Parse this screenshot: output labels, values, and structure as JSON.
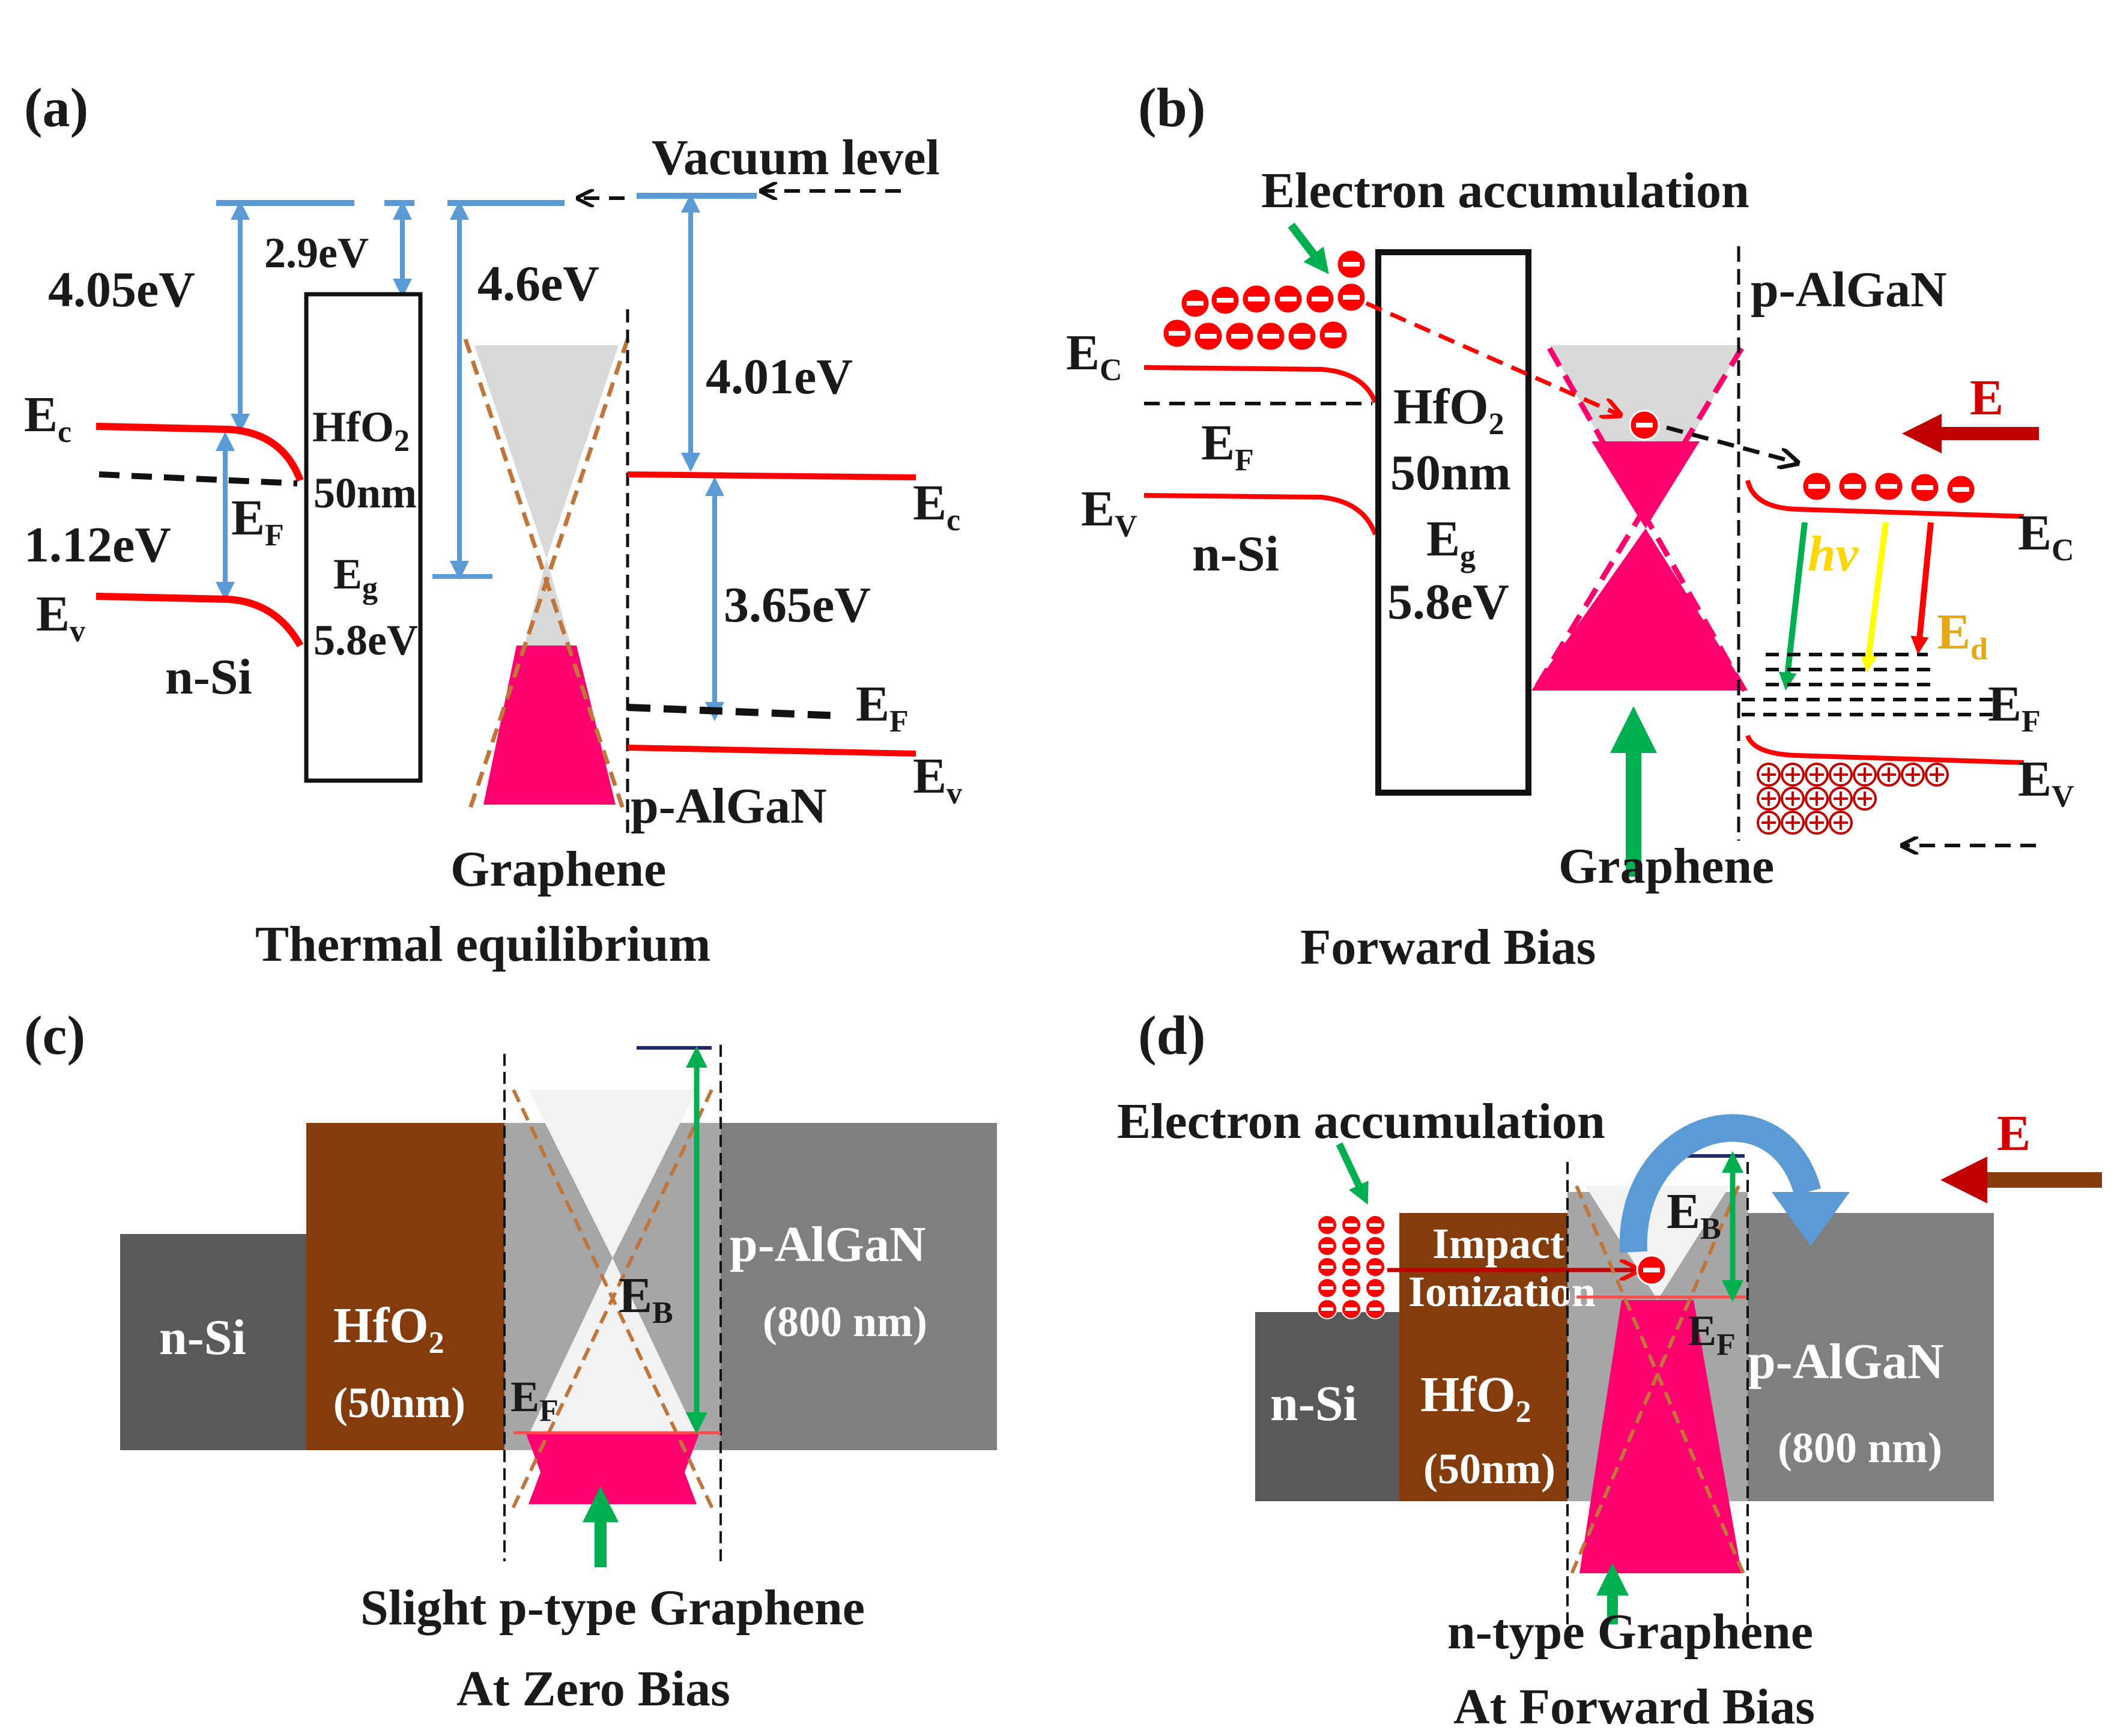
{
  "panel_a": {
    "label": "(a)",
    "vacuum_level": "Vacuum level",
    "si_affinity": "4.05eV",
    "hfo2_affinity": "2.9eV",
    "graphene_wf": "4.6eV",
    "algan_affinity": "4.01eV",
    "si_gap": "1.12eV",
    "algan_gap": "3.65eV",
    "ec_left": "E",
    "ec_left_sub": "c",
    "ev_left": "E",
    "ev_left_sub": "v",
    "ef_left": "E",
    "ef_left_sub": "F",
    "ec_right": "E",
    "ec_right_sub": "c",
    "ev_right": "E",
    "ev_right_sub": "v",
    "ef_right": "E",
    "ef_right_sub": "F",
    "hfo2_name": "HfO",
    "hfo2_sub": "2",
    "hfo2_thickness": "50nm",
    "eg": "E",
    "eg_sub": "g",
    "eg_value": "5.8eV",
    "nsi": "n-Si",
    "palgan": "p-AlGaN",
    "graphene": "Graphene",
    "caption": "Thermal equilibrium"
  },
  "panel_b": {
    "label": "(b)",
    "electron_accumulation": "Electron accumulation",
    "palgan": "p-AlGaN",
    "ec_left": "E",
    "ec_left_sub": "C",
    "ef_left": "E",
    "ef_left_sub": "F",
    "ev_left": "E",
    "ev_left_sub": "V",
    "nsi": "n-Si",
    "hfo2_name": "HfO",
    "hfo2_sub": "2",
    "hfo2_thickness": "50nm",
    "eg": "E",
    "eg_sub": "g",
    "eg_value": "5.8eV",
    "field": "E",
    "hv": "hv",
    "ed": "E",
    "ed_sub": "d",
    "ec_right": "E",
    "ec_right_sub": "C",
    "ef_right": "E",
    "ef_right_sub": "F",
    "ev_right": "E",
    "ev_right_sub": "V",
    "graphene": "Graphene",
    "caption": "Forward Bias"
  },
  "panel_c": {
    "label": "(c)",
    "nsi": "n-Si",
    "hfo2_name": "HfO",
    "hfo2_sub": "2",
    "hfo2_thickness": "(50nm)",
    "eb": "E",
    "eb_sub": "B",
    "ef": "E",
    "ef_sub": "F",
    "palgan": "p-AlGaN",
    "palgan_thickness": "(800 nm)",
    "caption_line1": "Slight p-type Graphene",
    "caption_line2": "At Zero Bias"
  },
  "panel_d": {
    "label": "(d)",
    "electron_accumulation": "Electron accumulation",
    "field": "E",
    "impact": "Impact",
    "ionization": "Ionization",
    "eb": "E",
    "eb_sub": "B",
    "ef": "E",
    "ef_sub": "F",
    "nsi": "n-Si",
    "hfo2_name": "HfO",
    "hfo2_sub": "2",
    "hfo2_thickness": "(50nm)",
    "palgan": "p-AlGaN",
    "palgan_thickness": "(800 nm)",
    "caption_line1": "n-type Graphene",
    "caption_line2": "At Forward Bias"
  },
  "colors": {
    "band_red": "#ff0000",
    "arrow_blue": "#5b9bd5",
    "dirac_pink": "#ff006e",
    "cone_grey": "#d9d9d9",
    "cone_dash": "#c0753a",
    "arrow_green": "#00b050",
    "si_grey": "#595959",
    "hfo2_brown": "#843c0c",
    "algan_grey": "#7f7f7f",
    "graphene_grey": "#a6a6a6",
    "field_brown": "#843c0c",
    "field_darkred": "#c00000"
  }
}
